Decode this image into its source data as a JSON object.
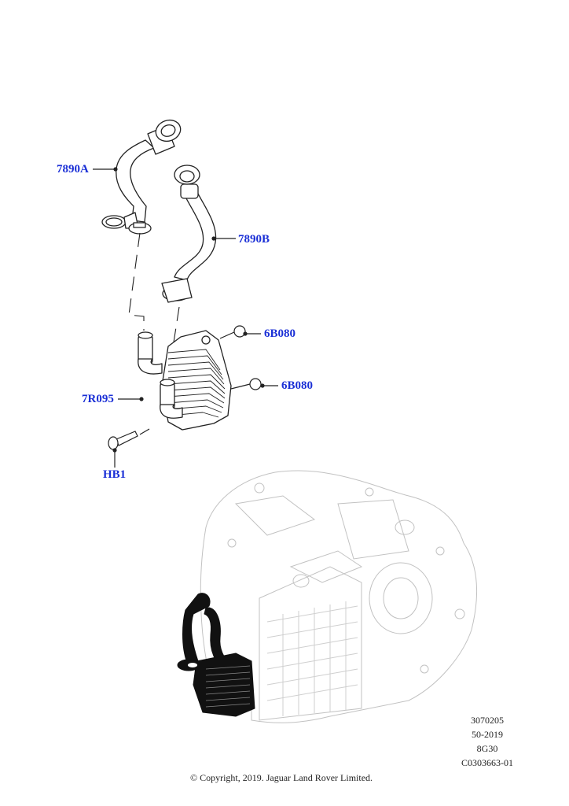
{
  "diagram": {
    "callouts": [
      {
        "id": "hose-a",
        "label": "7890A"
      },
      {
        "id": "hose-b",
        "label": "7890B"
      },
      {
        "id": "o-ring-upper",
        "label": "6B080"
      },
      {
        "id": "o-ring-lower",
        "label": "6B080"
      },
      {
        "id": "oil-cooler",
        "label": "7R095"
      },
      {
        "id": "bolt",
        "label": "HB1"
      }
    ],
    "reference": {
      "lines": [
        "3070205",
        "50-2019",
        "8G30",
        "C0303663-01"
      ]
    },
    "copyright": "© Copyright, 2019. Jaguar Land Rover Limited.",
    "colors": {
      "callout": "#1a2fd6",
      "line_art": "#222222",
      "ghost_art": "#bdbdbd",
      "highlight": "#111111"
    }
  }
}
